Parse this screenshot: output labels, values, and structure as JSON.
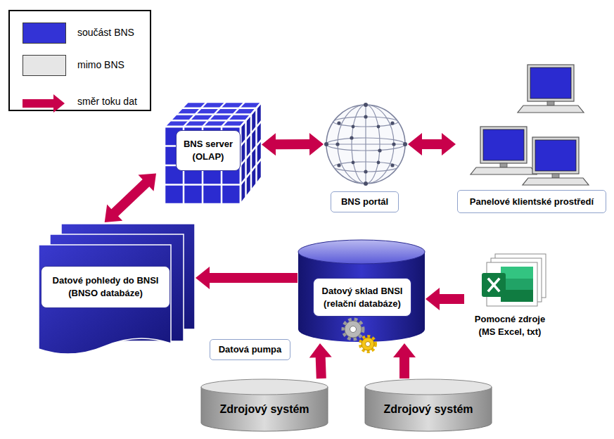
{
  "diagram": {
    "nodes": [
      {
        "text": [
          "BNS server (OLAP)"
        ]
      },
      {
        "text": [
          "BNS portál"
        ]
      },
      {
        "text": [
          "Panelové klientské prostředí"
        ]
      },
      {
        "text": [
          "Datové pohledy do BNSI (BNSO databáze)"
        ]
      },
      {
        "text": [
          "Datový sklad BNSI (relační databáze)"
        ]
      },
      {
        "text": [
          "Pomocné zdroje (MS Excel, txt)"
        ]
      },
      {
        "text": [
          "Datová pumpa"
        ]
      },
      {
        "text": [
          "Zdrojový systém"
        ]
      },
      {
        "text": [
          "Zdrojový systém"
        ]
      }
    ],
    "edges": [
      {
        "from": 0,
        "to": 1,
        "arrow": "both"
      },
      {
        "from": 1,
        "to": 2,
        "arrow": "both"
      },
      {
        "from": 0,
        "to": 3,
        "arrow": "both"
      },
      {
        "from": 4,
        "to": 3,
        "arrow": "to"
      },
      {
        "from": 5,
        "to": 4,
        "arrow": "to"
      },
      {
        "from": 7,
        "to": 4,
        "arrow": "to"
      },
      {
        "from": 8,
        "to": 4,
        "arrow": "to"
      }
    ],
    "legend": [
      {
        "text": "součást BNS",
        "color": "#3333d6"
      },
      {
        "text": "mimo BNS",
        "color": "#e6e6e6"
      },
      {
        "text": "směr toku dat"
      }
    ]
  }
}
